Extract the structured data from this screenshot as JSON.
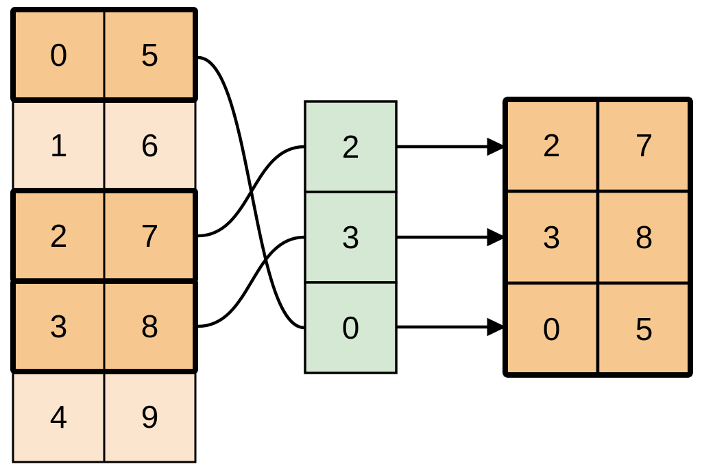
{
  "colors": {
    "highlight_fill": "#F6C78E",
    "muted_fill": "#FBE5CE",
    "index_fill": "#D5E8D4",
    "stroke": "#000000",
    "canvas": "#FFFFFF"
  },
  "source_table": {
    "rows": [
      {
        "left": "0",
        "right": "5",
        "highlighted": true
      },
      {
        "left": "1",
        "right": "6",
        "highlighted": false
      },
      {
        "left": "2",
        "right": "7",
        "highlighted": true
      },
      {
        "left": "3",
        "right": "8",
        "highlighted": true
      },
      {
        "left": "4",
        "right": "9",
        "highlighted": false
      }
    ]
  },
  "index_column": {
    "cells": [
      "2",
      "3",
      "0"
    ]
  },
  "result_table": {
    "rows": [
      {
        "left": "2",
        "right": "7"
      },
      {
        "left": "3",
        "right": "8"
      },
      {
        "left": "0",
        "right": "5"
      }
    ]
  },
  "connections": {
    "source_to_index": [
      {
        "source_row": 0,
        "index_cell": 2
      },
      {
        "source_row": 2,
        "index_cell": 0
      },
      {
        "source_row": 3,
        "index_cell": 1
      }
    ],
    "index_to_result": [
      {
        "index_cell": 0,
        "result_row": 0
      },
      {
        "index_cell": 1,
        "result_row": 1
      },
      {
        "index_cell": 2,
        "result_row": 2
      }
    ]
  }
}
